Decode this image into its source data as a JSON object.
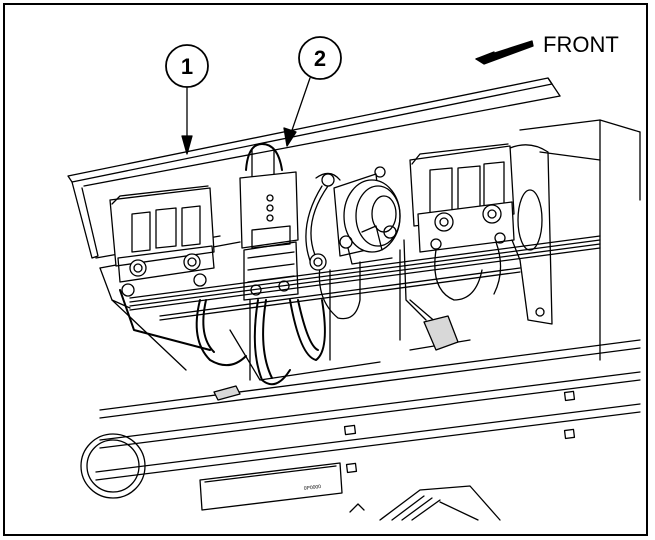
{
  "orientation": {
    "label": "FRONT",
    "icon": "arrow-left-icon"
  },
  "callouts": [
    {
      "number": "1"
    },
    {
      "number": "2"
    }
  ],
  "panel_marking": "0P0000",
  "colors": {
    "line": "#000000",
    "background": "#ffffff",
    "shading": "#d8d8d8"
  }
}
